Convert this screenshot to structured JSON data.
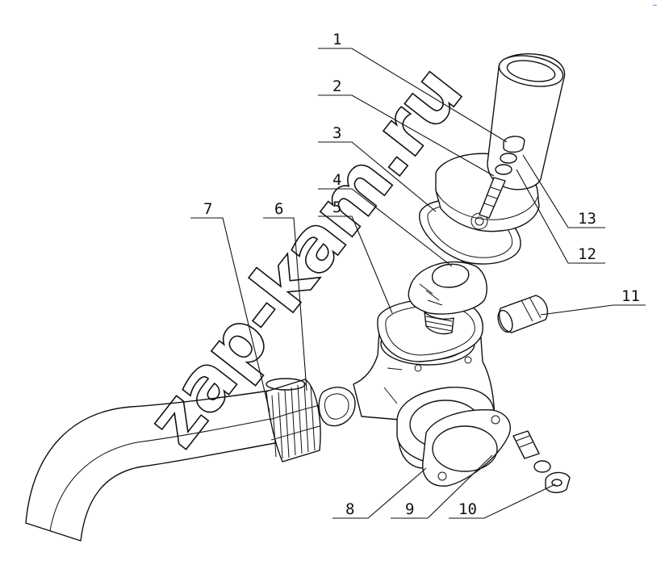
{
  "diagram": {
    "watermark": "zap-kam.ru",
    "corner_mark": "~",
    "accent_color": "#1a4fd6",
    "callouts": [
      "1",
      "2",
      "3",
      "4",
      "5",
      "6",
      "7",
      "8",
      "9",
      "10",
      "11",
      "12",
      "13"
    ]
  }
}
